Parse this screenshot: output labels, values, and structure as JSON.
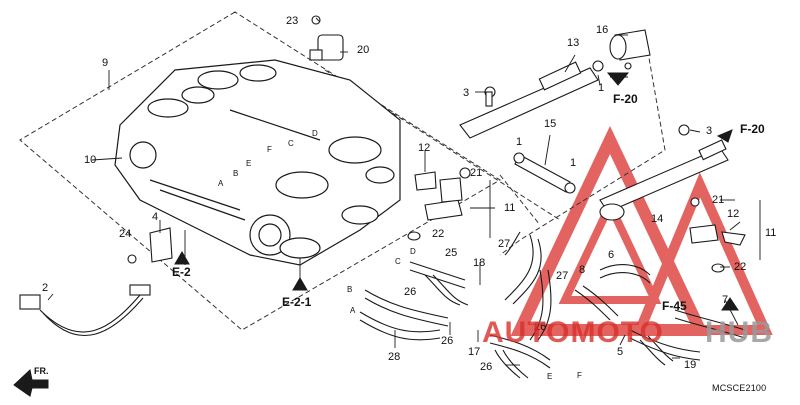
{
  "diagram": {
    "code": "MCSCE2100",
    "parts": [
      "1",
      "2",
      "3",
      "4",
      "5",
      "6",
      "7",
      "8",
      "9",
      "10",
      "11",
      "12",
      "13",
      "14",
      "15",
      "16",
      "17",
      "18",
      "19",
      "20",
      "21",
      "22",
      "23",
      "24",
      "25",
      "26",
      "27",
      "28"
    ],
    "refs": [
      "E-2",
      "E-2-1",
      "F-20",
      "F-45"
    ],
    "letters": [
      "A",
      "B",
      "C",
      "D",
      "E",
      "F"
    ],
    "front": "FR.",
    "watermark": {
      "left": "AUTOMOTO",
      "right": "HUB"
    },
    "colors": {
      "line": "#1a1a1a",
      "watermark_red": "#d9302b",
      "watermark_gray": "#9a9a9a"
    }
  }
}
